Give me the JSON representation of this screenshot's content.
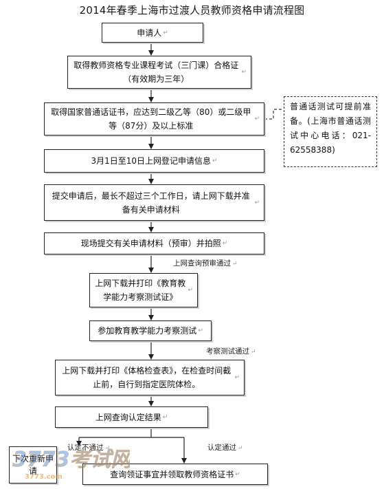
{
  "title": "2014年春季上海市过渡人员教师资格申请流程图",
  "mark": "↵",
  "steps": [
    {
      "text": "申请人"
    },
    {
      "text": "取得教师资格专业课程考试（三门课）合格证（有效期为三年）"
    },
    {
      "text": "取得国家普通话证书，应达到二级乙等（80）或二级甲等（87分）及以上标准"
    },
    {
      "text": "3月1日至10日上网登记申请信息"
    },
    {
      "text": "提交申请后，最长不超过三个工作日，请上网下载并准备有关申请材料"
    },
    {
      "text": "现场提交有关申请材料（预审）并拍照"
    },
    {
      "text": "上网下载并打印《教育教学能力考察测试证》"
    },
    {
      "text": "参加教育教学能力考察测试"
    },
    {
      "text": "上网下载并打印《体格检查表》，在检查时间截止前，自行到指定医院体检。"
    },
    {
      "text": "上网查询认定结果"
    },
    {
      "text": "查询领证事宜并领取教师资格证书"
    },
    {
      "text": "下次重新申请"
    }
  ],
  "note": {
    "text": "普通话测试可提前准备。(上海市普通话测试中心电话：021-62558388)"
  },
  "edge_labels": {
    "prequery": "上网查询预审通过",
    "exam_passed": "考察测试通过",
    "not_passed": "认定不通过",
    "passed": "认定通过"
  },
  "watermark": {
    "text": "3773考试网",
    "url_text": "3773.com"
  },
  "colors": {
    "line": "#222222",
    "watermark_blue": "#3b7fd0",
    "watermark_orange": "#f08a1c"
  }
}
